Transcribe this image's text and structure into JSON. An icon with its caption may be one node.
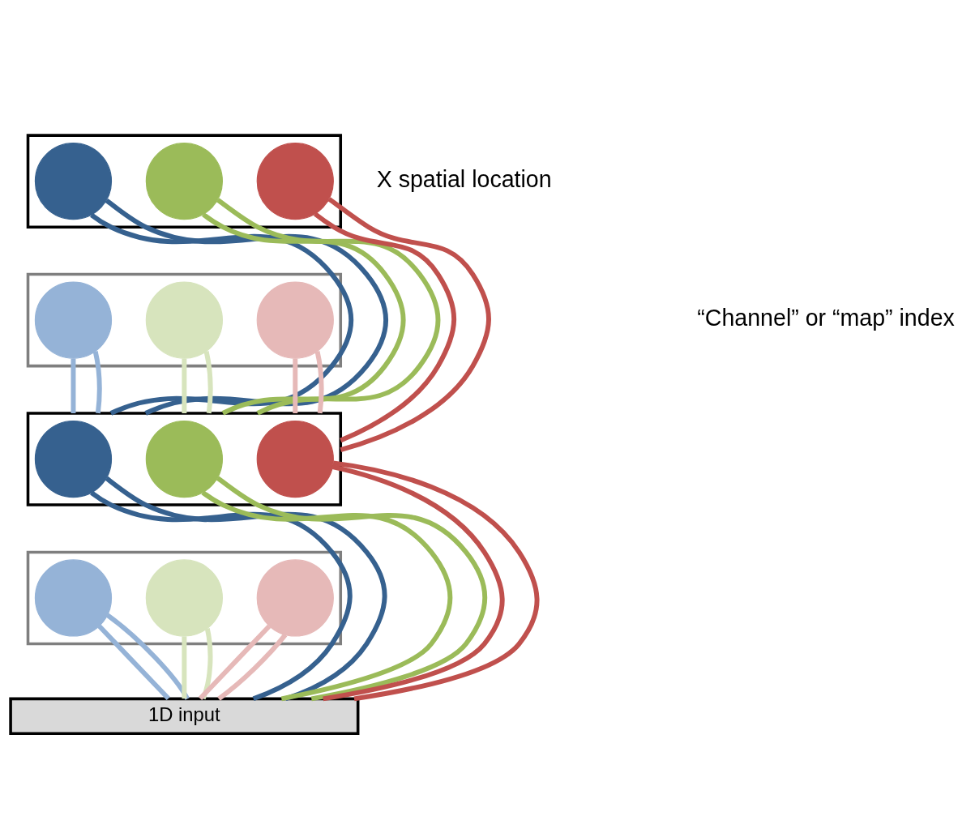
{
  "diagram": {
    "nodes": [
      {
        "text": [],
        "shape": "box"
      },
      {
        "text": [],
        "shape": "circle",
        "in": 0
      },
      {
        "text": [],
        "shape": "circle",
        "in": 0
      },
      {
        "text": [],
        "shape": "circle",
        "in": 0
      },
      {
        "text": [],
        "shape": "box"
      },
      {
        "text": [],
        "shape": "circle",
        "in": 4
      },
      {
        "text": [],
        "shape": "circle",
        "in": 4
      },
      {
        "text": [],
        "shape": "circle",
        "in": 4
      },
      {
        "text": [],
        "shape": "box"
      },
      {
        "text": [],
        "shape": "circle",
        "in": 8
      },
      {
        "text": [],
        "shape": "circle",
        "in": 8
      },
      {
        "text": [],
        "shape": "circle",
        "in": 8
      },
      {
        "text": [],
        "shape": "box"
      },
      {
        "text": [],
        "shape": "circle",
        "in": 12
      },
      {
        "text": [],
        "shape": "circle",
        "in": 12
      },
      {
        "text": [],
        "shape": "circle",
        "in": 12
      },
      {
        "text": [
          "1D input"
        ]
      }
    ],
    "edges": [
      {
        "from": 1,
        "to": 8,
        "arrow": "none",
        "color": "#36618f"
      },
      {
        "from": 1,
        "to": 8,
        "arrow": "none",
        "color": "#36618f"
      },
      {
        "from": 2,
        "to": 8,
        "arrow": "none",
        "color": "#9bbb59"
      },
      {
        "from": 2,
        "to": 8,
        "arrow": "none",
        "color": "#9bbb59"
      },
      {
        "from": 3,
        "to": 8,
        "arrow": "none",
        "color": "#c0504d"
      },
      {
        "from": 3,
        "to": 8,
        "arrow": "none",
        "color": "#c0504d"
      },
      {
        "from": 5,
        "to": 8,
        "arrow": "none",
        "color": "#95b3d7"
      },
      {
        "from": 5,
        "to": 8,
        "arrow": "none",
        "color": "#95b3d7"
      },
      {
        "from": 6,
        "to": 8,
        "arrow": "none",
        "color": "#d7e4bd"
      },
      {
        "from": 6,
        "to": 8,
        "arrow": "none",
        "color": "#d7e4bd"
      },
      {
        "from": 7,
        "to": 8,
        "arrow": "none",
        "color": "#e6b9b8"
      },
      {
        "from": 7,
        "to": 8,
        "arrow": "none",
        "color": "#e6b9b8"
      },
      {
        "from": 9,
        "to": 16,
        "arrow": "none",
        "color": "#36618f"
      },
      {
        "from": 9,
        "to": 16,
        "arrow": "none",
        "color": "#36618f"
      },
      {
        "from": 10,
        "to": 16,
        "arrow": "none",
        "color": "#9bbb59"
      },
      {
        "from": 10,
        "to": 16,
        "arrow": "none",
        "color": "#9bbb59"
      },
      {
        "from": 11,
        "to": 16,
        "arrow": "none",
        "color": "#c0504d"
      },
      {
        "from": 11,
        "to": 16,
        "arrow": "none",
        "color": "#c0504d"
      },
      {
        "from": 13,
        "to": 16,
        "arrow": "none",
        "color": "#95b3d7"
      },
      {
        "from": 13,
        "to": 16,
        "arrow": "none",
        "color": "#95b3d7"
      },
      {
        "from": 14,
        "to": 16,
        "arrow": "none",
        "color": "#d7e4bd"
      },
      {
        "from": 14,
        "to": 16,
        "arrow": "none",
        "color": "#d7e4bd"
      },
      {
        "from": 15,
        "to": 16,
        "arrow": "none",
        "color": "#e6b9b8"
      },
      {
        "from": 15,
        "to": 16,
        "arrow": "none",
        "color": "#e6b9b8"
      }
    ],
    "labels": [
      "X spatial location",
      "“Channel” or “map” index"
    ]
  }
}
